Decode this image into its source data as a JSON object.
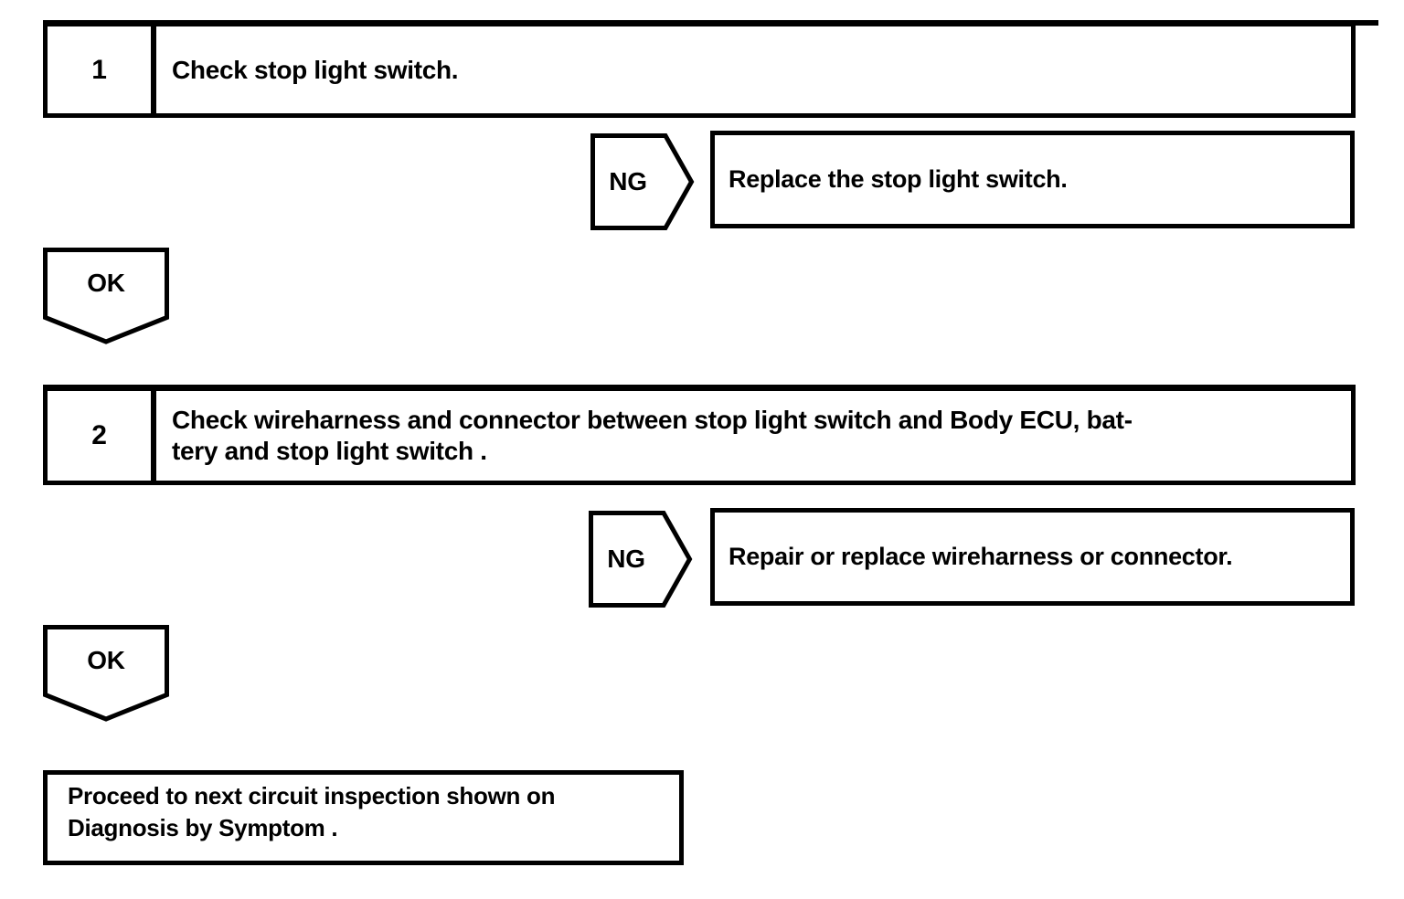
{
  "page": {
    "background": "#ffffff",
    "ink": "#000000"
  },
  "flowchart": {
    "steps": [
      {
        "number": "1",
        "instruction_lines": [
          "Check stop light switch."
        ],
        "ng": {
          "label": "NG",
          "action_lines": [
            "Replace the stop light switch."
          ]
        },
        "ok_label": "OK"
      },
      {
        "number": "2",
        "instruction_lines": [
          "Check wireharness and connector between stop light switch and Body ECU, bat-",
          "tery and stop light switch ."
        ],
        "ng": {
          "label": "NG",
          "action_lines": [
            "Repair or replace wireharness or connector."
          ]
        },
        "ok_label": "OK"
      }
    ],
    "result_lines": [
      "Proceed to next circuit inspection shown on",
      "Diagnosis by Symptom ."
    ]
  }
}
